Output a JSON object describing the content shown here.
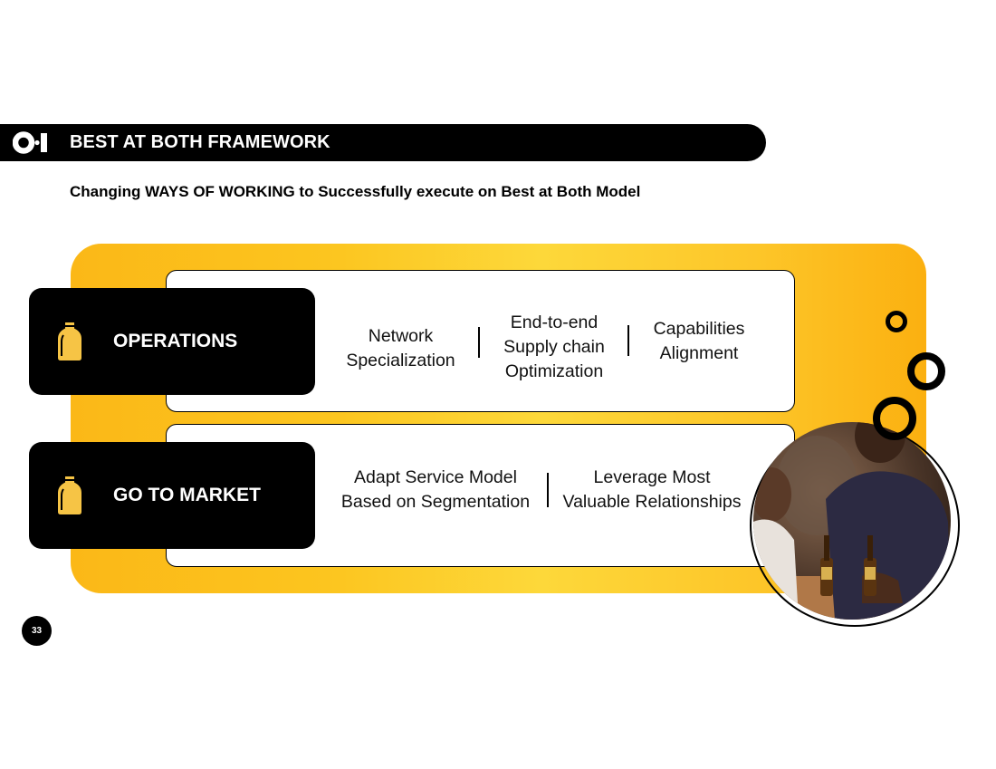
{
  "header": {
    "title": "BEST AT BOTH FRAMEWORK",
    "logo_icon": "oi-logo-icon"
  },
  "subtitle": "Changing WAYS OF WORKING to Successfully execute on  Best at Both Model",
  "rows": [
    {
      "label": "OPERATIONS",
      "icon": "bottle-icon",
      "items": [
        {
          "lines": [
            "Network",
            "Specialization"
          ]
        },
        {
          "lines": [
            "End-to-end",
            "Supply chain",
            "Optimization"
          ]
        },
        {
          "lines": [
            "Capabilities",
            "Alignment"
          ]
        }
      ]
    },
    {
      "label": "GO TO MARKET",
      "icon": "bottle-icon",
      "items": [
        {
          "lines": [
            "Adapt Service Model",
            "Based on Segmentation"
          ]
        },
        {
          "lines": [
            "Leverage Most",
            "Valuable Relationships"
          ]
        }
      ]
    }
  ],
  "page_number": "33",
  "colors": {
    "accent": "#fdc629",
    "icon_yellow": "#f6c445",
    "dark": "#000000"
  }
}
